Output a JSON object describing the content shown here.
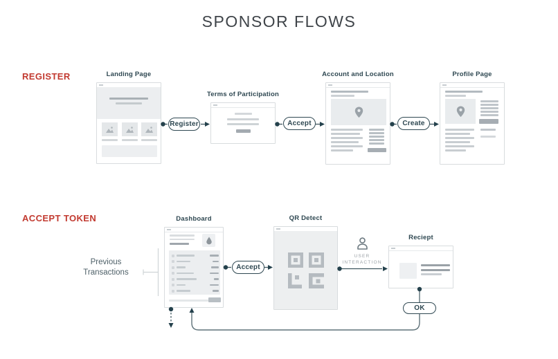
{
  "title": "SPONSOR FLOWS",
  "register": {
    "label": "REGISTER",
    "pages": {
      "landing": {
        "title": "Landing Page"
      },
      "terms": {
        "title": "Terms of Participation"
      },
      "account": {
        "title": "Account and Location"
      },
      "profile": {
        "title": "Profile Page"
      }
    },
    "actions": {
      "register": "Register",
      "accept": "Accept",
      "create": "Create"
    }
  },
  "accept_token": {
    "label": "ACCEPT TOKEN",
    "annotation": {
      "line1": "Previous",
      "line2": "Transactions"
    },
    "pages": {
      "dashboard": {
        "title": "Dashboard"
      },
      "qr_detect": {
        "title": "QR Detect"
      },
      "receipt": {
        "title": "Reciept"
      }
    },
    "user_interaction": {
      "line1": "USER",
      "line2": "INTERACTION"
    },
    "actions": {
      "accept": "Accept",
      "ok": "OK"
    }
  },
  "icons": {
    "image": "image-placeholder-icon",
    "location_pin": "location-pin-icon",
    "droplet": "droplet-icon",
    "qr_code": "qr-code-icon",
    "person": "person-icon"
  },
  "colors": {
    "section_label": "#c23a30",
    "flow_dark": "#2e4751",
    "loop_line": "#5e7279",
    "placeholder_light": "#ccd1d5",
    "placeholder_dark": "#9fa6ac"
  }
}
